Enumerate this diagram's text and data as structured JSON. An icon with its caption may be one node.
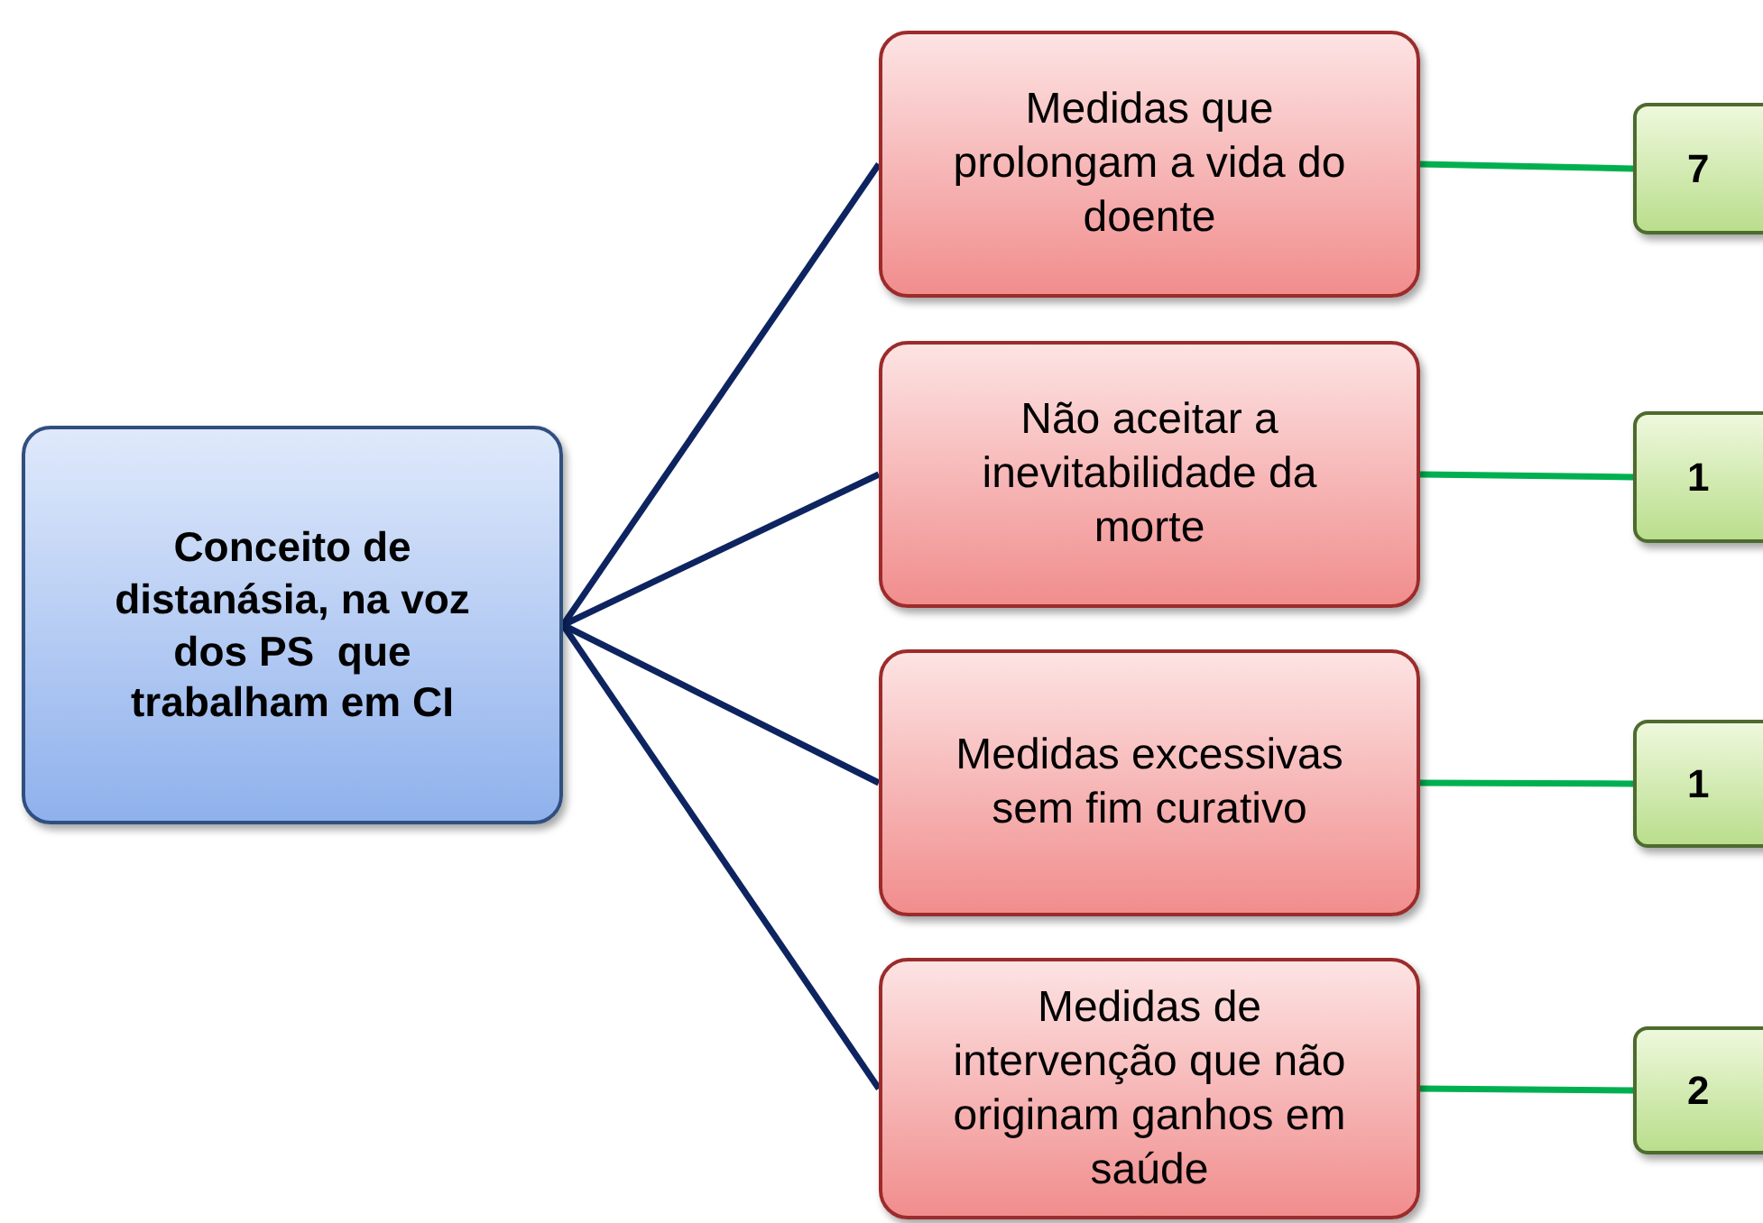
{
  "diagram": {
    "nodes": [
      {
        "text": [
          "Conceito de distanásia, na voz dos PS  que trabalham em CI"
        ]
      },
      {
        "text": [
          "Medidas que prolongam a vida do doente"
        ]
      },
      {
        "text": [
          "Não aceitar a inevitabilidade da morte"
        ]
      },
      {
        "text": [
          "Medidas excessivas sem fim curativo"
        ]
      },
      {
        "text": [
          "Medidas de intervenção que não originam ganhos em saúde"
        ]
      },
      {
        "text": [
          "7"
        ]
      },
      {
        "text": [
          "1"
        ]
      },
      {
        "text": [
          "1"
        ]
      },
      {
        "text": [
          "2"
        ]
      }
    ],
    "edges": [
      {
        "from": 0,
        "to": 1,
        "arrow": "none"
      },
      {
        "from": 0,
        "to": 2,
        "arrow": "none"
      },
      {
        "from": 0,
        "to": 3,
        "arrow": "none"
      },
      {
        "from": 0,
        "to": 4,
        "arrow": "none"
      },
      {
        "from": 1,
        "to": 5,
        "arrow": "none",
        "color": "#00b050"
      },
      {
        "from": 2,
        "to": 6,
        "arrow": "none",
        "color": "#00b050"
      },
      {
        "from": 3,
        "to": 7,
        "arrow": "none",
        "color": "#00b050"
      },
      {
        "from": 4,
        "to": 8,
        "arrow": "none",
        "color": "#00b050"
      }
    ]
  }
}
